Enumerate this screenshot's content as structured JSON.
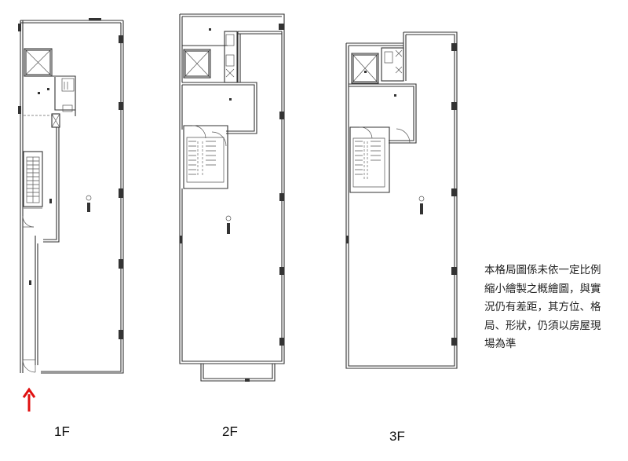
{
  "floors": [
    {
      "label": "1F"
    },
    {
      "label": "2F"
    },
    {
      "label": "3F"
    }
  ],
  "note": "本格局圖係未依一定比例縮小繪製之概繪圖，與實況仍有差距，其方位、格局、形狀，仍須以房屋現場為準",
  "colors": {
    "entrance_arrow": "#e01010",
    "wall": "#333333"
  },
  "icons": {
    "entrance": "entrance-arrow-icon"
  }
}
